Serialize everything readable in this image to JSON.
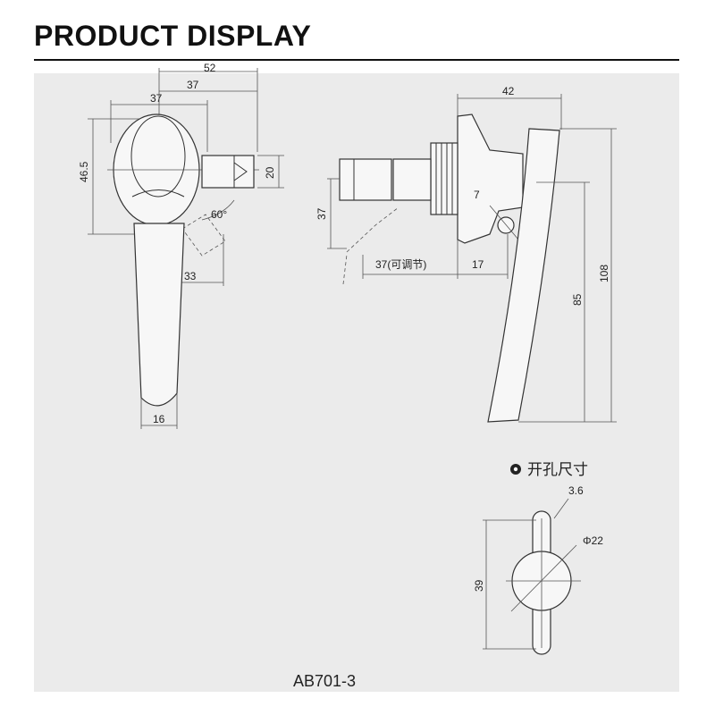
{
  "header": {
    "title": "PRODUCT DISPLAY"
  },
  "front_view": {
    "dims": {
      "top_cut": "52",
      "width_37a": "37",
      "width_37b": "37",
      "height_46_5": "46.5",
      "height_20": "20",
      "angle": "60°",
      "offset_33": "33",
      "grip_16": "16"
    }
  },
  "side_view": {
    "dims": {
      "depth_42": "42",
      "pin_7": "7",
      "body_37": "37",
      "adjust_37": "37(可调节)",
      "offset_17": "17",
      "length_85": "85",
      "length_108": "108"
    }
  },
  "cutout": {
    "title_icon": "gear-icon",
    "title": "开孔尺寸",
    "dims": {
      "slot_width": "3.6",
      "hole_dia": "Φ22",
      "slot_height": "39"
    }
  },
  "model": "AB701-3"
}
